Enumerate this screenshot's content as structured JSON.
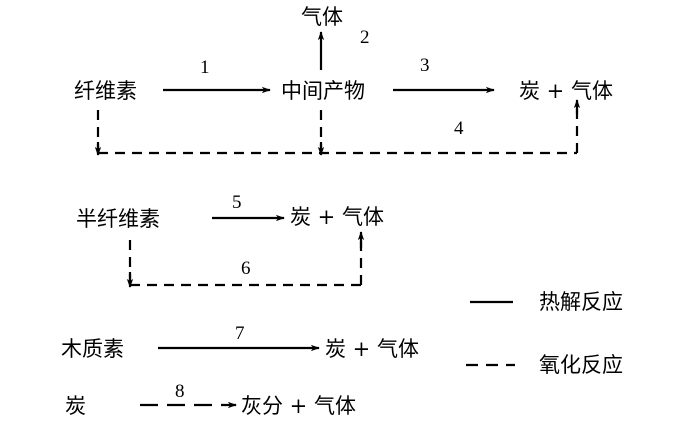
{
  "nodes": {
    "cellulose": "纤维素",
    "intermediate": "中间产物",
    "gas": "气体",
    "carbon_gas_1": "炭 + 气体",
    "hemicellulose": "半纤维素",
    "carbon_gas_2": "炭 + 气体",
    "lignin": "木质素",
    "carbon_gas_3": "炭 + 气体",
    "carbon": "炭",
    "ash_gas": "灰分 + 气体"
  },
  "reactions": {
    "r1": "1",
    "r2": "2",
    "r3": "3",
    "r4": "4",
    "r5": "5",
    "r6": "6",
    "r7": "7",
    "r8": "8"
  },
  "legend": {
    "solid_label": "热解反应",
    "dashed_label": "氧化反应"
  }
}
